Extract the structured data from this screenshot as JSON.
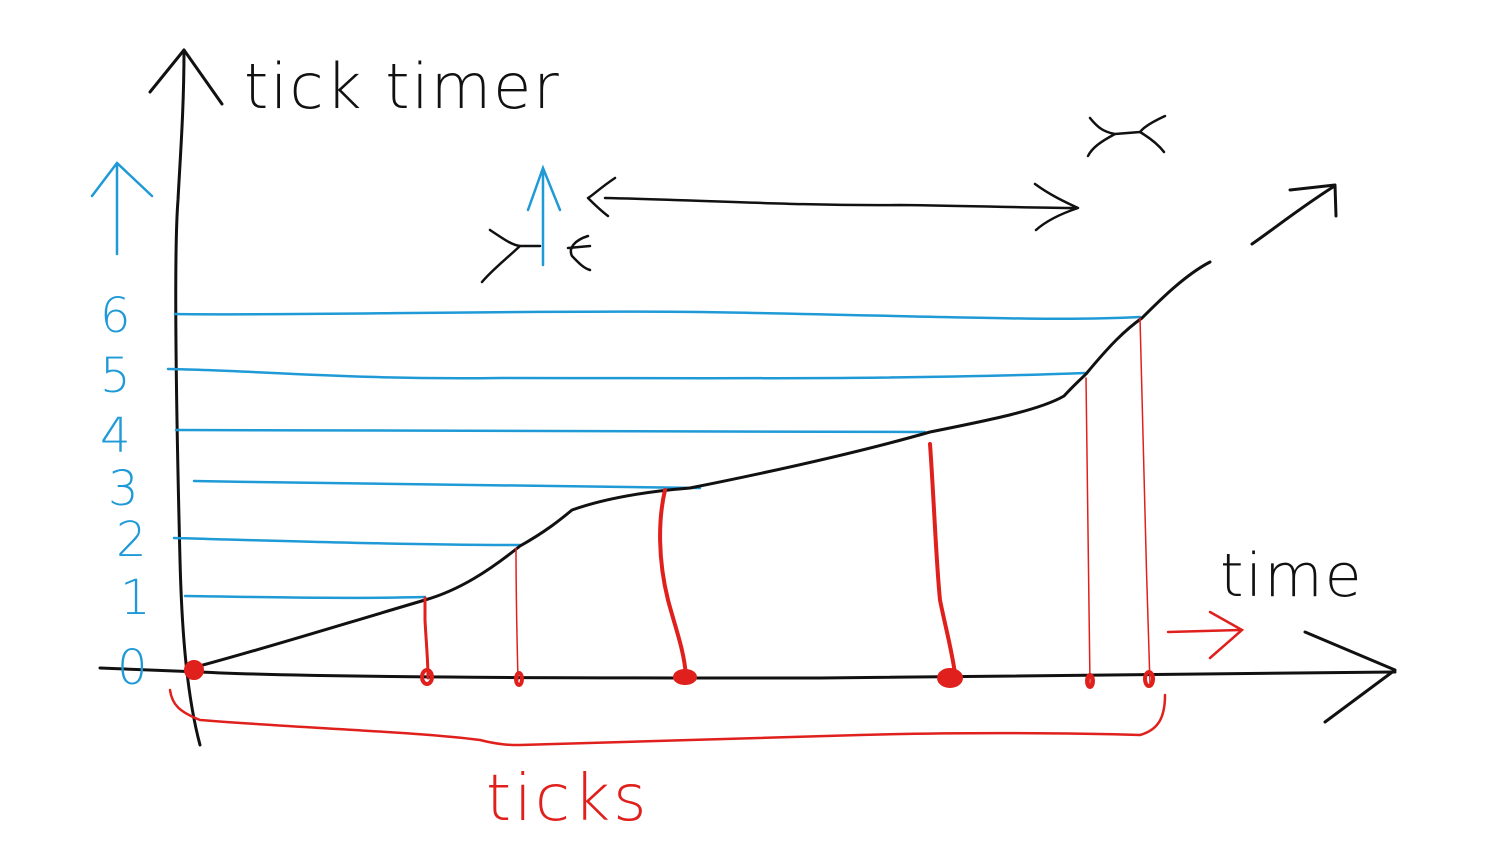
{
  "labels": {
    "y_axis_title": "tick timer",
    "x_axis_title": "time",
    "ticks_label": "ticks"
  },
  "y_levels": [
    "0",
    "1",
    "2",
    "3",
    "4",
    "5",
    "6"
  ],
  "colors": {
    "axis": "#111111",
    "level": "#1f9ad6",
    "tick": "#e0201c"
  }
}
